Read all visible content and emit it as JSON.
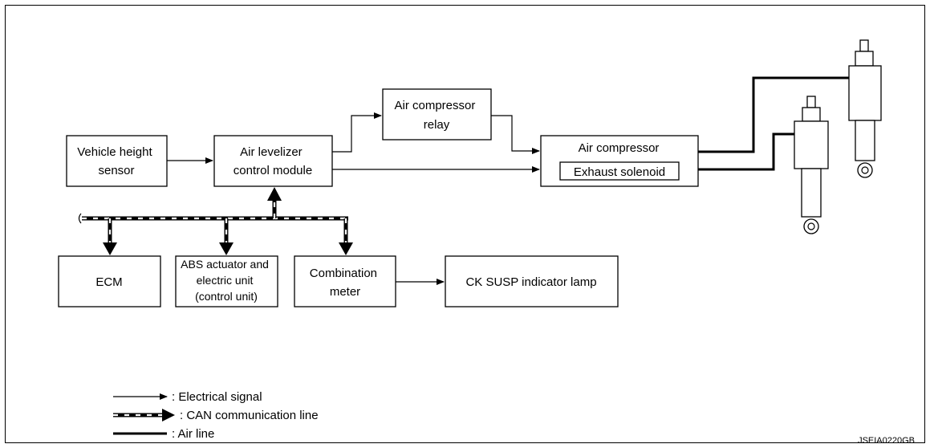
{
  "boxes": {
    "vehicle_height_sensor": [
      "Vehicle height",
      "sensor"
    ],
    "air_levelizer_control_module": [
      "Air levelizer",
      "control module"
    ],
    "air_compressor_relay": [
      "Air compressor",
      "relay"
    ],
    "air_compressor": [
      "Air compressor"
    ],
    "exhaust_solenoid": [
      "Exhaust solenoid"
    ],
    "ecm": [
      "ECM"
    ],
    "abs_actuator": [
      "ABS actuator and",
      "electric unit",
      "(control unit)"
    ],
    "combination_meter": [
      "Combination",
      "meter"
    ],
    "ck_susp_indicator_lamp": [
      "CK SUSP indicator lamp"
    ]
  },
  "legend": {
    "electrical_signal": ": Electrical signal",
    "can_line": ": CAN communication line",
    "air_line": ": Air line"
  },
  "figure_code": "JSEIA0220GB"
}
